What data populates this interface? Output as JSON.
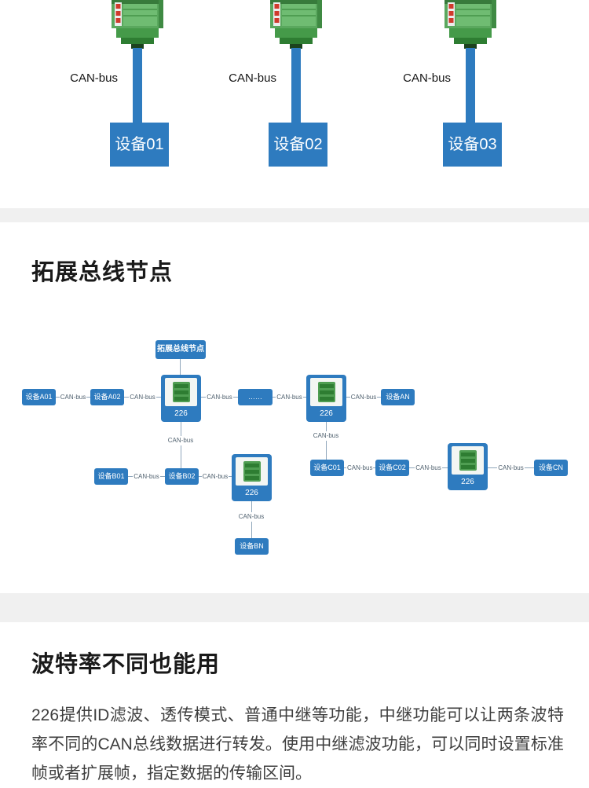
{
  "page": {
    "accent_blue": "#2e7bbf",
    "divider_gray": "#f0f0f0",
    "module_green": "#5aa85e"
  },
  "top_section": {
    "groups": [
      {
        "bus_label": "CAN-bus",
        "device_name": "设备01"
      },
      {
        "bus_label": "CAN-bus",
        "device_name": "设备02"
      },
      {
        "bus_label": "CAN-bus",
        "device_name": "设备03"
      }
    ]
  },
  "expand_section": {
    "title": "拓展总线节点",
    "diagram": {
      "root_label": "拓展总线节点",
      "module_label": "226",
      "bus_label": "CAN-bus",
      "ellipsis_label": "……",
      "devices": {
        "a01": "设备A01",
        "a02": "设备A02",
        "an": "设备AN",
        "b01": "设备B01",
        "b02": "设备B02",
        "bn": "设备BN",
        "c01": "设备C01",
        "c02": "设备C02",
        "cn": "设备CN"
      }
    }
  },
  "baudrate_section": {
    "title": "波特率不同也能用",
    "paragraph": "226提供ID滤波、透传模式、普通中继等功能，中继功能可以让两条波特率不同的CAN总线数据进行转发。使用中继滤波功能，可以同时设置标准帧或者扩展帧，指定数据的传输区间。"
  }
}
